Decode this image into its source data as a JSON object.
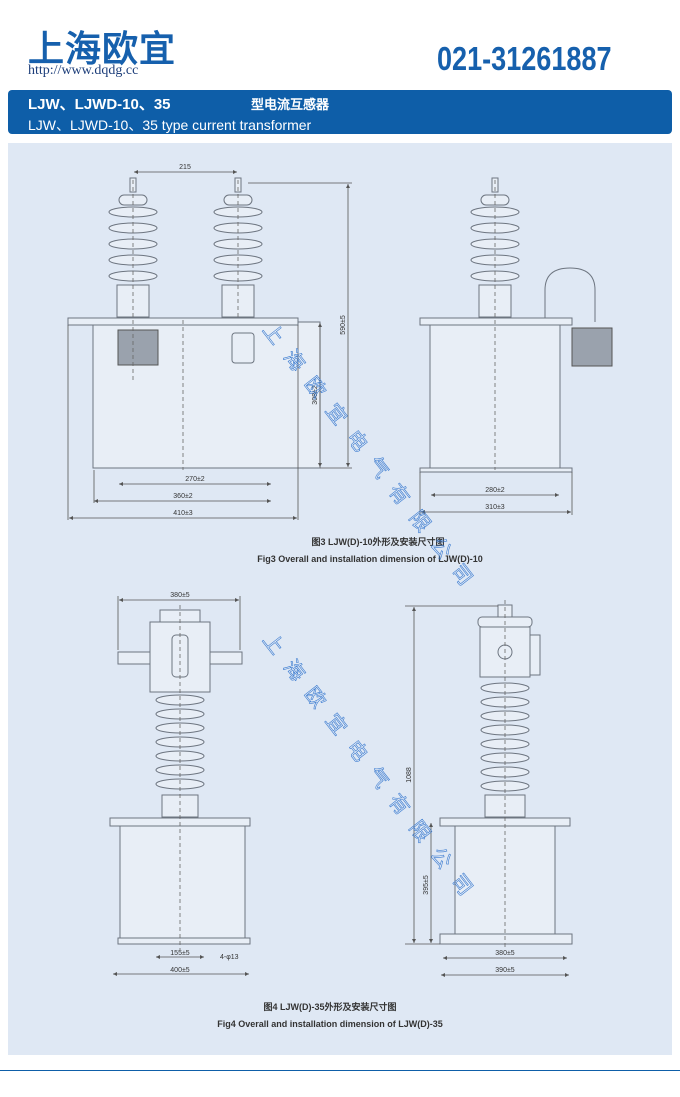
{
  "header": {
    "brand": "上海欧宜",
    "url": "http://www.dqdg.cc",
    "phone": "021-31261887"
  },
  "title_bar": {
    "title_en_bold": "LJW、LJWD-10、35",
    "title_cn": "型电流互感器",
    "subtitle": "LJW、LJWD-10、35  type current transformer"
  },
  "watermark": "上海欧宜电气有限公司",
  "fig3": {
    "dims": {
      "top_spacing": "215",
      "width_a": "270±2",
      "width_b": "360±2",
      "width_c": "410±3",
      "height_total": "590±5",
      "height_tank": "308±2",
      "side_a": "280±2",
      "side_b": "310±3"
    },
    "caption_cn": "图3 LJW(D)-10外形及安装尺寸图",
    "caption_en": "Fig3 Overall and installation dimension of LJW(D)-10"
  },
  "fig4": {
    "dims": {
      "head_width": "380±5",
      "hole_spacing": "155±5",
      "holes": "4-φ13",
      "base_width": "400±5",
      "height_total": "1088",
      "height_tank": "395±5",
      "side_a": "380±5",
      "side_b": "390±5"
    },
    "caption_cn": "图4 LJW(D)-35外形及安装尺寸图",
    "caption_en": "Fig4 Overall and installation dimension of LJW(D)-35"
  }
}
